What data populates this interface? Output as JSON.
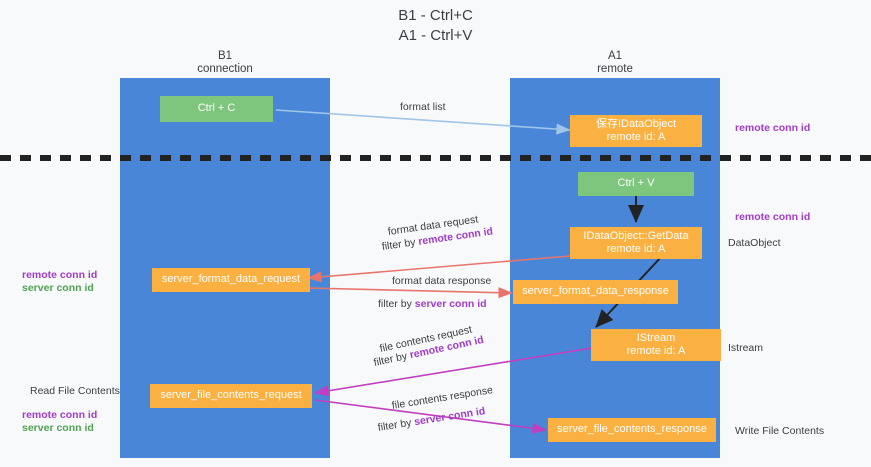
{
  "title": {
    "line1": "B1 - Ctrl+C",
    "line2": "A1 - Ctrl+V"
  },
  "colors": {
    "lane": "#4a86d8",
    "green_box": "#7ec67e",
    "orange_box": "#fbb042",
    "purple_text": "#a23bc8",
    "green_text": "#4fa352",
    "red_arrow": "#e8756c",
    "magenta_arrow": "#c23ec0",
    "blue_arrow": "#9fc5e8",
    "black_arrow": "#222222",
    "background": "#f8f9fa"
  },
  "lanes": [
    {
      "id": "b1",
      "name": "B1",
      "role": "connection"
    },
    {
      "id": "a1",
      "name": "A1",
      "role": "remote"
    }
  ],
  "boxes": [
    {
      "id": "ctrl-c",
      "style": "green",
      "line1": "Ctrl + C",
      "line2": ""
    },
    {
      "id": "save-idataobject",
      "style": "orange",
      "line1": "保存IDataObject",
      "line2": "remote id: A"
    },
    {
      "id": "ctrl-v",
      "style": "green",
      "line1": "Ctrl + V",
      "line2": ""
    },
    {
      "id": "idataobject-getdata",
      "style": "orange",
      "line1": "IDataObject::GetData",
      "line2": "remote id: A"
    },
    {
      "id": "server-format-data-request",
      "style": "orange",
      "line1": "server_format_data_request",
      "line2": ""
    },
    {
      "id": "server-format-data-response",
      "style": "orange",
      "line1": "server_format_data_response",
      "line2": ""
    },
    {
      "id": "istream",
      "style": "orange",
      "line1": "IStream",
      "line2": "remote id: A"
    },
    {
      "id": "server-file-contents-request",
      "style": "orange",
      "line1": "server_file_contents_request",
      "line2": ""
    },
    {
      "id": "server-file-contents-response",
      "style": "orange",
      "line1": "server_file_contents_response",
      "line2": ""
    }
  ],
  "edge_labels": {
    "format_list": "format list",
    "format_data_request": "format data request",
    "format_data_request_filter_prefix": "filter by ",
    "format_data_request_filter_key": "remote conn id",
    "format_data_response": "format data response",
    "format_data_response_filter_prefix": "filter by ",
    "format_data_response_filter_key": "server conn id",
    "file_contents_request": "file contents request",
    "file_contents_request_filter_prefix": "filter by ",
    "file_contents_request_filter_key": "remote conn id",
    "file_contents_response": "file contents response",
    "file_contents_response_filter_prefix": "filter by ",
    "file_contents_response_filter_key": "server conn id"
  },
  "annotations": {
    "right_top_remote_conn_id": "remote conn id",
    "right_mid_remote_conn_id": "remote conn id",
    "right_dataobject": "DataObject",
    "right_istream": "Istream",
    "right_write_file_contents": "Write File Contents",
    "left_remote_conn_id_1": "remote conn id",
    "left_server_conn_id_1": "server conn id",
    "left_read_file_contents": "Read File Contents",
    "left_remote_conn_id_2": "remote conn id",
    "left_server_conn_id_2": "server conn id"
  }
}
